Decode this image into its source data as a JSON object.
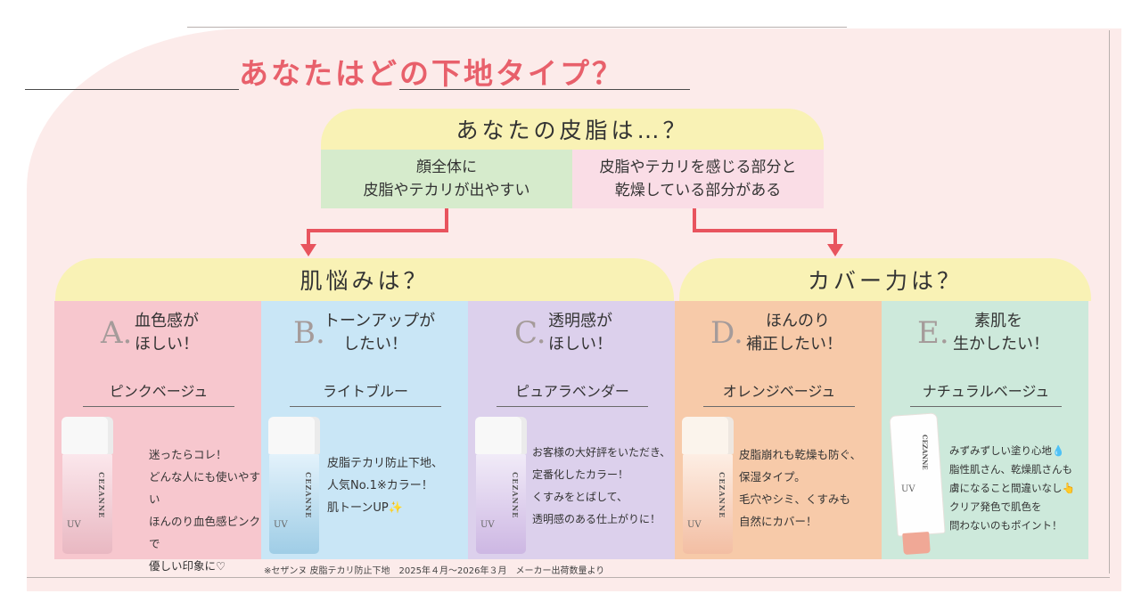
{
  "title": "あなたはどの下地タイプ？",
  "question": "あなたの皮脂は…？",
  "answers": {
    "left_line1": "顔全体に",
    "left_line2": "皮脂やテカリが出やすい",
    "right_line1": "皮脂やテカリを感じる部分と",
    "right_line2": "乾燥している部分がある"
  },
  "headers": {
    "left": "肌悩みは？",
    "right": "カバー力は？"
  },
  "columns": [
    {
      "letter": "A.",
      "head1": "血色感が",
      "head2": "ほしい！",
      "name": "ピンクベージュ",
      "desc": [
        "迷ったらコレ！",
        "どんな人にも使いやすい",
        "ほんのり血色感ピンクで",
        "優しい印象に♡"
      ],
      "brand": "CEZANNE",
      "uv": "UV",
      "color": "#e9b8c2"
    },
    {
      "letter": "B.",
      "head1": "トーンアップが",
      "head2": "したい！",
      "name": "ライトブルー",
      "desc": [
        "皮脂テカリ防止下地、",
        "人気No.1※カラー！",
        "肌トーンUP✨"
      ],
      "brand": "CEZANNE",
      "uv": "UV",
      "color": "#9fcde6"
    },
    {
      "letter": "C.",
      "head1": "透明感が",
      "head2": "ほしい！",
      "name": "ピュアラベンダー",
      "desc": [
        "お客様の大好評をいただき、",
        "定番化したカラー！",
        "くすみをとばして、",
        "透明感のある仕上がりに！"
      ],
      "brand": "CEZANNE",
      "uv": "UV",
      "color": "#cdb7e3"
    },
    {
      "letter": "D.",
      "head1": "ほんのり",
      "head2": "補正したい！",
      "name": "オレンジベージュ",
      "desc": [
        "皮脂崩れも乾燥も防ぐ、",
        "保湿タイプ。",
        "毛穴やシミ、くすみも",
        "自然にカバー！"
      ],
      "brand": "CEZANNE",
      "uv": "UV",
      "color": "#f3bea3"
    },
    {
      "letter": "E.",
      "head1": "素肌を",
      "head2": "生かしたい！",
      "name": "ナチュラルベージュ",
      "desc": [
        "みずみずしい塗り心地💧",
        "脂性肌さん、乾燥肌さんも",
        "虜になること間違いなし👆",
        "クリア発色で肌色を",
        "問わないのもポイント！"
      ],
      "brand": "CEZANNE",
      "uv": "UV",
      "color": "#f0a896"
    }
  ],
  "footnote": "※セザンヌ 皮脂テカリ防止下地　2025年４月～2026年３月　メーカー出荷数量より"
}
